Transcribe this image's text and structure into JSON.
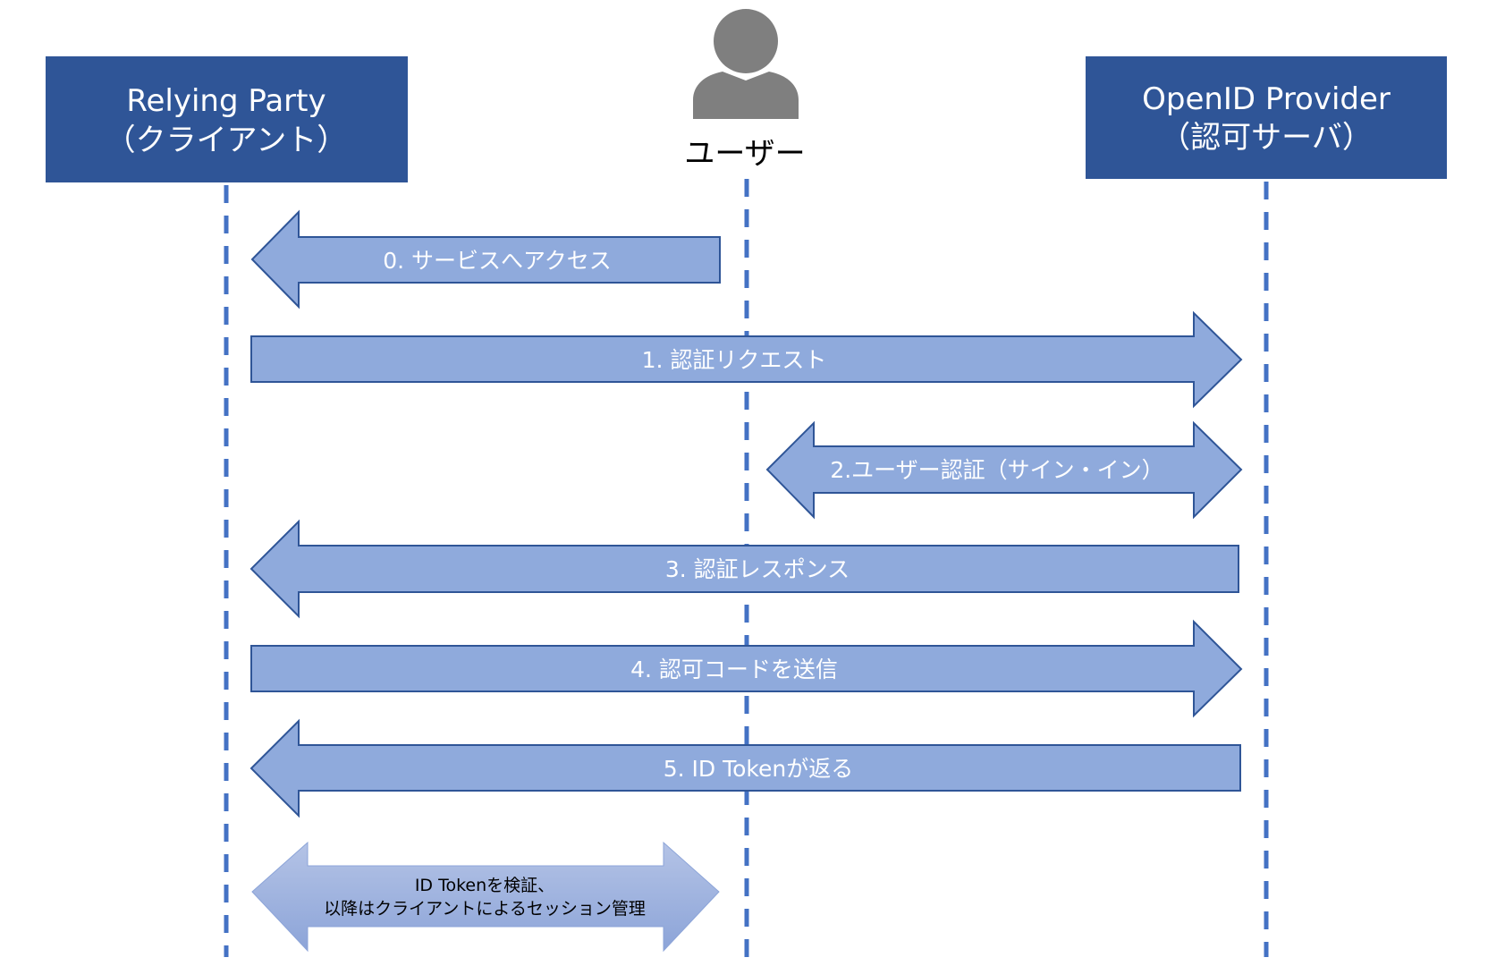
{
  "diagram": {
    "colors": {
      "box_fill": "#2f5597",
      "lifeline": "#4472c4",
      "arrow_fill": "#8faadc",
      "arrow_stroke": "#2f5597",
      "final_gradient_top": "#b4c3e6",
      "final_gradient_bottom": "#8ca4d8"
    },
    "participants": {
      "client": {
        "line1": "Relying Party",
        "line2": "（クライアント）"
      },
      "user": {
        "label": "ユーザー",
        "icon": "user-icon"
      },
      "provider": {
        "line1": "OpenID Provider",
        "line2": "（認可サーバ）"
      }
    },
    "steps": [
      {
        "label": "0. サービスへアクセス",
        "from": "user",
        "to": "client"
      },
      {
        "label": "1. 認証リクエスト",
        "from": "client",
        "to": "provider"
      },
      {
        "label": "2.ユーザー認証（サイン・イン）",
        "from": "user",
        "to": "provider",
        "direction": "both"
      },
      {
        "label": "3. 認証レスポンス",
        "from": "provider",
        "to": "client"
      },
      {
        "label": "4. 認可コードを送信",
        "from": "client",
        "to": "provider"
      },
      {
        "label": "5. ID Tokenが返る",
        "from": "provider",
        "to": "client"
      }
    ],
    "final_note": {
      "line1": "ID Tokenを検証、",
      "line2": "以降はクライアントによるセッション管理",
      "direction": "both"
    }
  }
}
